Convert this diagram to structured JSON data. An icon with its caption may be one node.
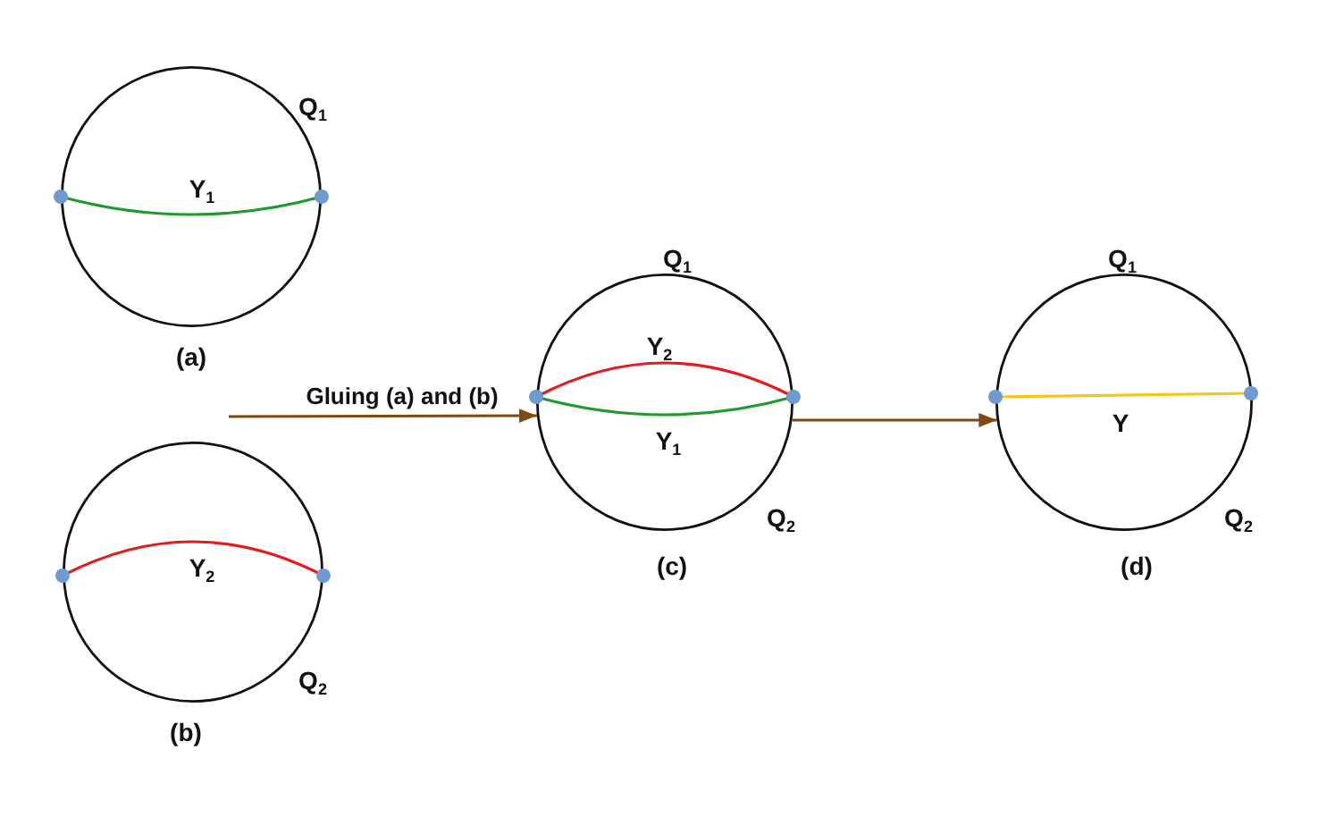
{
  "diagram": {
    "nodes": [
      {
        "text": [
          "Y$_{1}$"
        ],
        "beside": [
          "Q$_{1}$",
          "(a)"
        ]
      },
      {
        "text": [
          "Y$_{2}$"
        ],
        "beside": [
          "Q$_{2}$",
          "(b)"
        ]
      },
      {
        "text": [
          "Y$_{2}$",
          "Y$_{1}$"
        ],
        "beside": [
          "Q$_{1}$",
          "Q$_{2}$",
          "(c)"
        ]
      },
      {
        "text": [
          "Y"
        ],
        "beside": [
          "Q$_{1}$",
          "Q$_{2}$",
          "(d)"
        ]
      }
    ],
    "edges": [
      {
        "from": null,
        "to": 2,
        "arrow": "to",
        "label": "Gluing (a) and (b)"
      },
      {
        "from": 2,
        "to": 3,
        "arrow": "to"
      }
    ]
  }
}
